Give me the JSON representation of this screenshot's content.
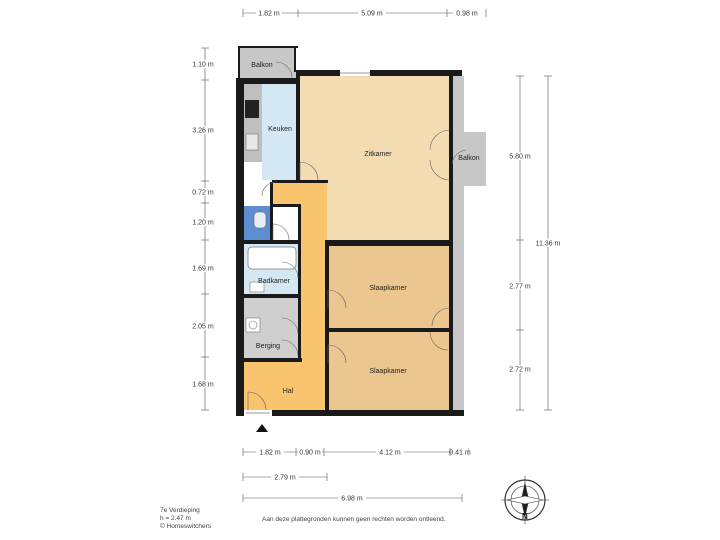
{
  "rooms": {
    "balkon_top": "Balkon",
    "keuken": "Keuken",
    "zitkamer": "Zitkamer",
    "balkon_right": "Balkon",
    "badkamer": "Badkamer",
    "slaapkamer_1": "Slaapkamer",
    "slaapkamer_2": "Slaapkamer",
    "berging": "Berging",
    "hal": "Hal"
  },
  "dimensions": {
    "top": [
      "1.82 m",
      "5.09 m",
      "0.98 m"
    ],
    "left": [
      "1.10 m",
      "3.26 m",
      "0.72 m",
      "1.20 m",
      "1.69 m",
      "2.05 m",
      "1.68 m"
    ],
    "right_inner": [
      "5.80 m",
      "2.77 m",
      "2.72 m"
    ],
    "right_total": "11.36 m",
    "bottom_1": [
      "1.82 m",
      "0.90 m",
      "4.12 m",
      "0.41 m"
    ],
    "bottom_2": "2.79 m",
    "bottom_3": "6.98 m"
  },
  "info": {
    "floor": "7e Verdieping",
    "height": "h = 2.47 m",
    "copyright": "© Homeswitchers"
  },
  "disclaimer": "Aan deze plattegronden kunnen geen rechten worden ontleend.",
  "compass": {
    "north": "N"
  },
  "colors": {
    "zitkamer": "#f3dcb2",
    "slaapkamer": "#ebc68e",
    "hal": "#f9c46e",
    "keuken": "#d4e8f4",
    "wc": "#5b8fd1",
    "berging": "#cfcfcf",
    "balkon": "#c7c7c7",
    "wall": "#1a1a1a"
  }
}
